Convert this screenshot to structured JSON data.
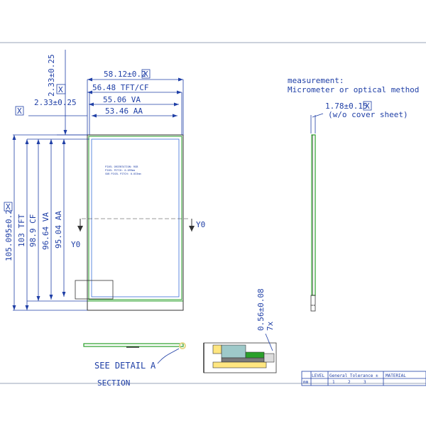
{
  "dims": {
    "top_outline": "58.12±0.2",
    "tft_cf_width": "56.48 TFT/CF",
    "va_width": "55.06 VA",
    "aa_width": "53.46 AA",
    "offset_x": "2.33±0.25",
    "offset_y": "2.33±0.25",
    "outline_height": "105.095±0.2",
    "tft_height": "103 TFT",
    "cf_height": "98.9 CF",
    "va_height": "96.64 VA",
    "aa_height": "95.04 AA",
    "thickness": "1.78±0.15",
    "fpc_thickness": "0.56±0.08",
    "datum_x": "X",
    "y0_left": "Y0",
    "y0_right": "Y0",
    "sheet_note": "(w/o cover sheet)",
    "count": "7x"
  },
  "measurement": {
    "line1": "measurement:",
    "line2": "Micrometer or optical method"
  },
  "panel_notes": {
    "l1": "PIXEL ORIENTATION: RGB",
    "l2": "PIXEL PITCH: 0.099mm",
    "l3": "SUB PIXEL PITCH: 0.033mm"
  },
  "detail": {
    "see_detail": "SEE DETAIL",
    "detail_letter": "A",
    "section_label": "SECTION"
  },
  "title_block": {
    "level": "LEVEL",
    "tolerance": "General Tolerance ±",
    "material": "MATERIAL",
    "unit": "mm",
    "c1": "1",
    "c2": "2",
    "c3": "3"
  }
}
